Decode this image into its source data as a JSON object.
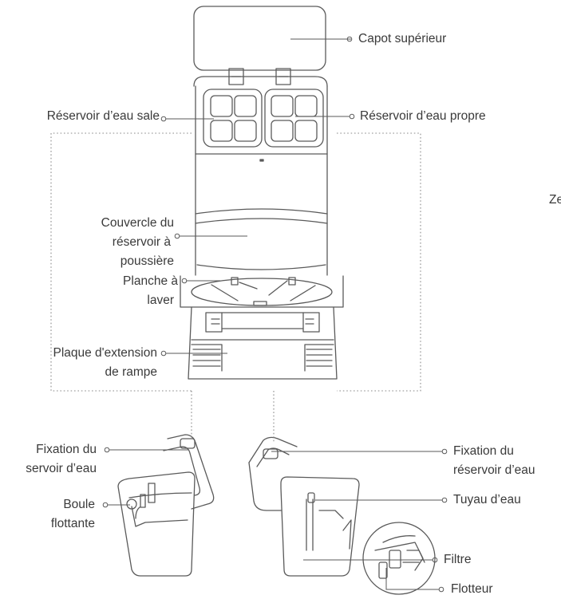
{
  "labels": {
    "capot": "Capot supérieur",
    "eau_sale": "Réservoir d’eau sale",
    "eau_propre": "Réservoir d’eau propre",
    "couvercle": [
      "Couvercle du",
      "réservoir à",
      "poussière"
    ],
    "planche": [
      "Planche à",
      "laver"
    ],
    "plaque": [
      "Plaque d'extension",
      "de rampe"
    ],
    "fixation_gauche": [
      "Fixation du",
      "servoir d’eau"
    ],
    "boule": [
      "Boule",
      "flottante"
    ],
    "fixation_droite": [
      "Fixation du",
      "réservoir d’eau"
    ],
    "tuyau": "Tuyau d’eau",
    "filtre": "Filtre",
    "flotteur": "Flotteur",
    "edge_fragment": "Ze"
  },
  "colors": {
    "stroke": "#5a5a5a",
    "text": "#3a3a3a",
    "dotted": "#8a8a8a"
  }
}
